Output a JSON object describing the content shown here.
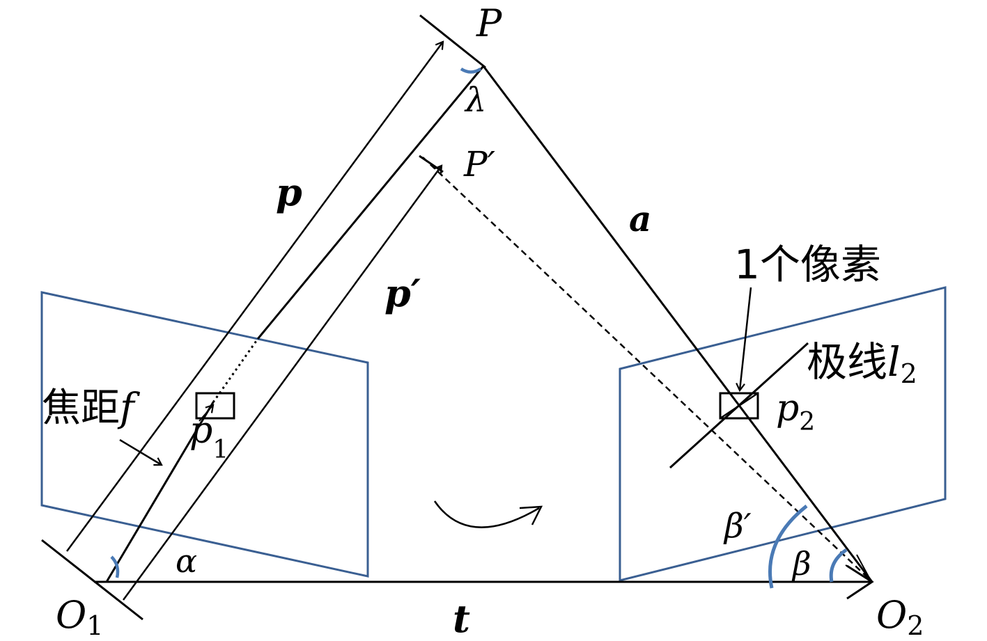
{
  "labels": {
    "P": "P",
    "P_prime": "P′",
    "lambda": "λ",
    "p_vec": "p",
    "p_prime_vec": "p′",
    "a_vec": "a",
    "t_vec": "t",
    "alpha": "α",
    "beta": "β",
    "beta_prime": "β′",
    "O1": "O",
    "O1_sub": "1",
    "O2": "O",
    "O2_sub": "2",
    "p1": "p",
    "p1_sub": "1",
    "p2": "p",
    "p2_sub": "2",
    "focal_text": "焦距",
    "focal_var": "f",
    "pixel_text": "1个像素",
    "epiline_text": "极线",
    "epiline_var": "l",
    "epiline_sub": "2"
  },
  "colors": {
    "line": "#000000",
    "image_plane": "#3a5f92",
    "angle_arc": "#4a7ab5"
  }
}
